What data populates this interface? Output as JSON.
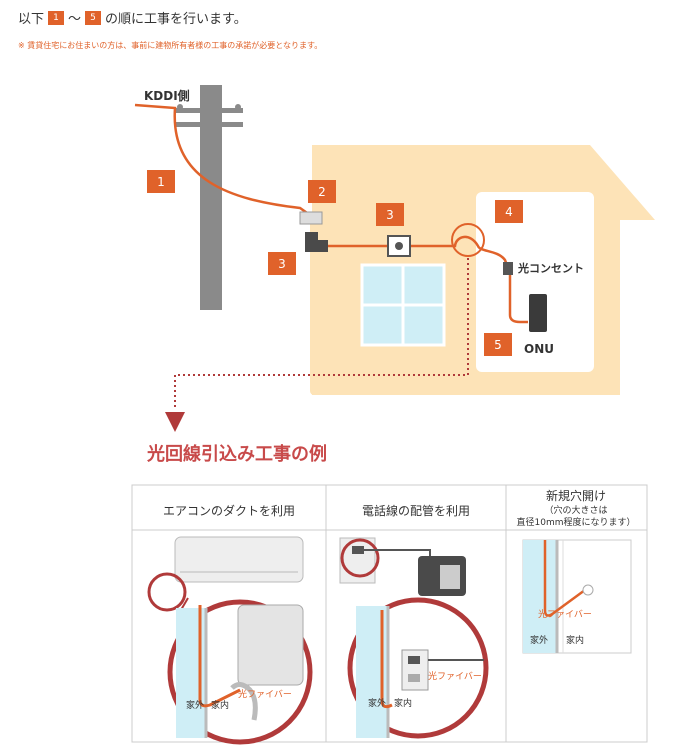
{
  "intro": {
    "prefix": "以下",
    "badge_from": "1",
    "tilde": "〜",
    "badge_to": "5",
    "suffix": "の順に工事を行います。"
  },
  "note": "※ 賃貸住宅にお住まいの方は、事前に建物所有者様の工事の承諾が必要となります。",
  "diagram": {
    "kddi_label": "KDDI側",
    "steps": [
      "1",
      "2",
      "3",
      "3",
      "4",
      "5"
    ],
    "outlet_label": "光コンセント",
    "onu_label": "ONU"
  },
  "section_title": "光回線引込み工事の例",
  "examples": [
    {
      "header": "エアコンのダクトを利用",
      "fiber": "光ファイバー",
      "outside": "家外",
      "inside": "家内"
    },
    {
      "header": "電話線の配管を利用",
      "fiber": "光ファイバー",
      "outside": "家外",
      "inside": "家内"
    },
    {
      "header": "新規穴開け",
      "subnote_1": "（穴の大きさは",
      "subnote_2": "直径10mm程度になります）",
      "fiber": "光ファイバー",
      "outside": "家外",
      "inside": "家内"
    }
  ],
  "colors": {
    "accent": "#e0622a",
    "house": "#fde3b7",
    "title": "#c84a4a",
    "pole": "#8a8a8a",
    "circle": "#b03a3a"
  }
}
